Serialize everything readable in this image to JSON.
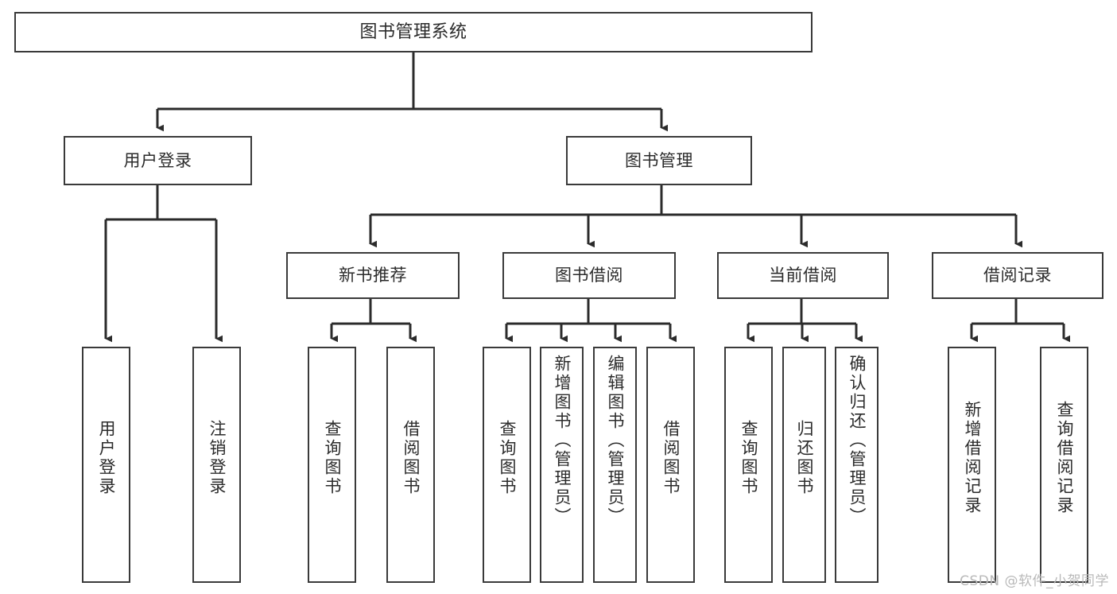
{
  "diagram": {
    "title": "图书管理系统",
    "type": "tree-hierarchy-chart",
    "colors": {
      "box_border": "#3a3a3a",
      "box_fill": "#ffffff",
      "connector": "#2b2b2b",
      "text": "#2b2b2b",
      "watermark": "#b9b9b9",
      "background": "#ffffff"
    },
    "watermark": "CSDN @软件_小贺同学",
    "levels": {
      "root": {
        "label": "图书管理系统"
      },
      "level1": [
        {
          "label": "用户登录"
        },
        {
          "label": "图书管理"
        }
      ],
      "level2": [
        {
          "label": "新书推荐"
        },
        {
          "label": "图书借阅"
        },
        {
          "label": "当前借阅"
        },
        {
          "label": "借阅记录"
        }
      ],
      "leaves": {
        "user_login": [
          {
            "label": "用户登录"
          },
          {
            "label": "注销登录"
          }
        ],
        "new_book_recommend": [
          {
            "label": "查询图书"
          },
          {
            "label": "借阅图书"
          }
        ],
        "book_borrow": [
          {
            "label": "查询图书"
          },
          {
            "label": "新增图书（管理员）"
          },
          {
            "label": "编辑图书（管理员）"
          },
          {
            "label": "借阅图书"
          }
        ],
        "current_borrow": [
          {
            "label": "查询图书"
          },
          {
            "label": "归还图书"
          },
          {
            "label": "确认归还（管理员）"
          }
        ],
        "borrow_record": [
          {
            "label": "新增借阅记录"
          },
          {
            "label": "查询借阅记录"
          }
        ]
      }
    }
  }
}
